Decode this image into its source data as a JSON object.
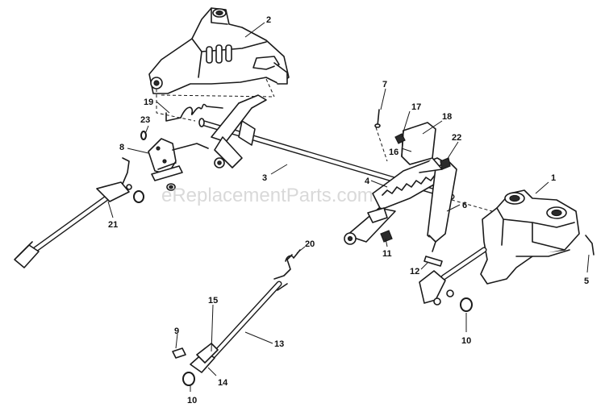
{
  "watermark": "eReplacementParts.com",
  "callouts": {
    "c1": "1",
    "c2": "2",
    "c3": "3",
    "c4": "4",
    "c5": "5",
    "c6": "6",
    "c7": "7",
    "c8": "8",
    "c9": "9",
    "c10a": "10",
    "c10b": "10",
    "c11": "11",
    "c12": "12",
    "c13": "13",
    "c14": "14",
    "c15": "15",
    "c16": "16",
    "c17": "17",
    "c18": "18",
    "c19": "19",
    "c20": "20",
    "c21": "21",
    "c22": "22",
    "c23": "23"
  }
}
